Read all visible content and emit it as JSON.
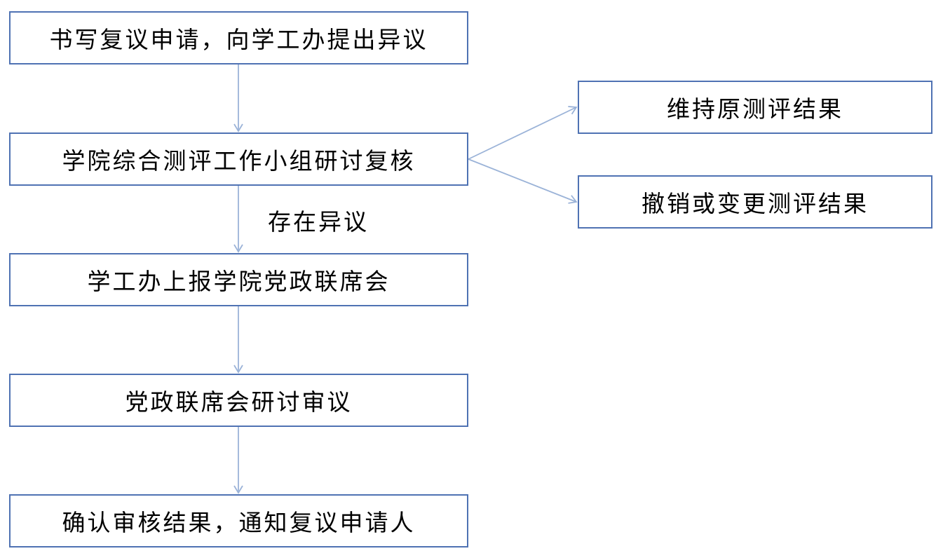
{
  "colors": {
    "box_border": "#4f72b3",
    "connector": "#9bb3d8",
    "text": "#000000"
  },
  "nodes": [
    {
      "id": "n1",
      "text": "书写复议申请，向学工办提出异议"
    },
    {
      "id": "n2",
      "text": "学院综合测评工作小组研讨复核"
    },
    {
      "id": "n3",
      "text": "学工办上报学院党政联席会"
    },
    {
      "id": "n4",
      "text": "党政联席会研讨审议"
    },
    {
      "id": "n5",
      "text": "确认审核结果，通知复议申请人"
    },
    {
      "id": "n6",
      "text": "维持原测评结果"
    },
    {
      "id": "n7",
      "text": "撤销或变更测评结果"
    }
  ],
  "edges": [
    {
      "from": "n1",
      "to": "n2",
      "label": ""
    },
    {
      "from": "n2",
      "to": "n3",
      "label": "存在异议"
    },
    {
      "from": "n3",
      "to": "n4",
      "label": ""
    },
    {
      "from": "n4",
      "to": "n5",
      "label": ""
    },
    {
      "from": "n2",
      "to": "n6",
      "label": ""
    },
    {
      "from": "n2",
      "to": "n7",
      "label": ""
    }
  ]
}
